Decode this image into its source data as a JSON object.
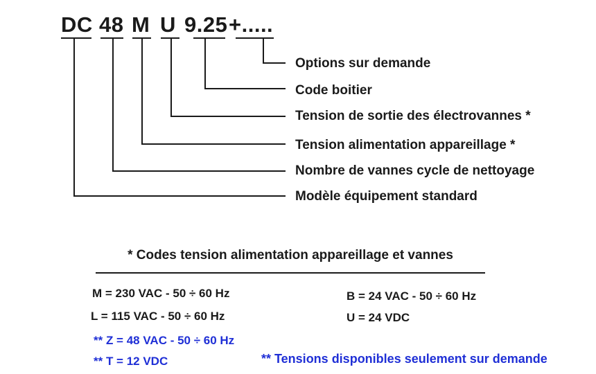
{
  "code": {
    "model": "DC",
    "valves": "48",
    "supply": "M",
    "output": "U",
    "box": "9.25",
    "options": "+....."
  },
  "legend": {
    "options": "Options sur demande",
    "box": "Code boitier",
    "output": "Tension de sortie des électrovannes *",
    "supply": "Tension alimentation appareillage *",
    "valves": "Nombre de vannes cycle de nettoyage",
    "model": "Modèle équipement standard"
  },
  "voltage_codes": {
    "title": "* Codes tension alimentation appareillage et vannes",
    "m": "M = 230 VAC - 50 ÷ 60 Hz",
    "l": "L = 115 VAC - 50 ÷ 60 Hz",
    "b": "B = 24 VAC - 50 ÷ 60 Hz",
    "u": "U = 24 VDC",
    "z": "** Z = 48 VAC - 50 ÷ 60 Hz",
    "t": "** T = 12 VDC",
    "footnote": "** Tensions disponibles seulement sur demande"
  },
  "colors": {
    "text": "#1a1a1a",
    "note_blue": "#1f2fd6"
  }
}
